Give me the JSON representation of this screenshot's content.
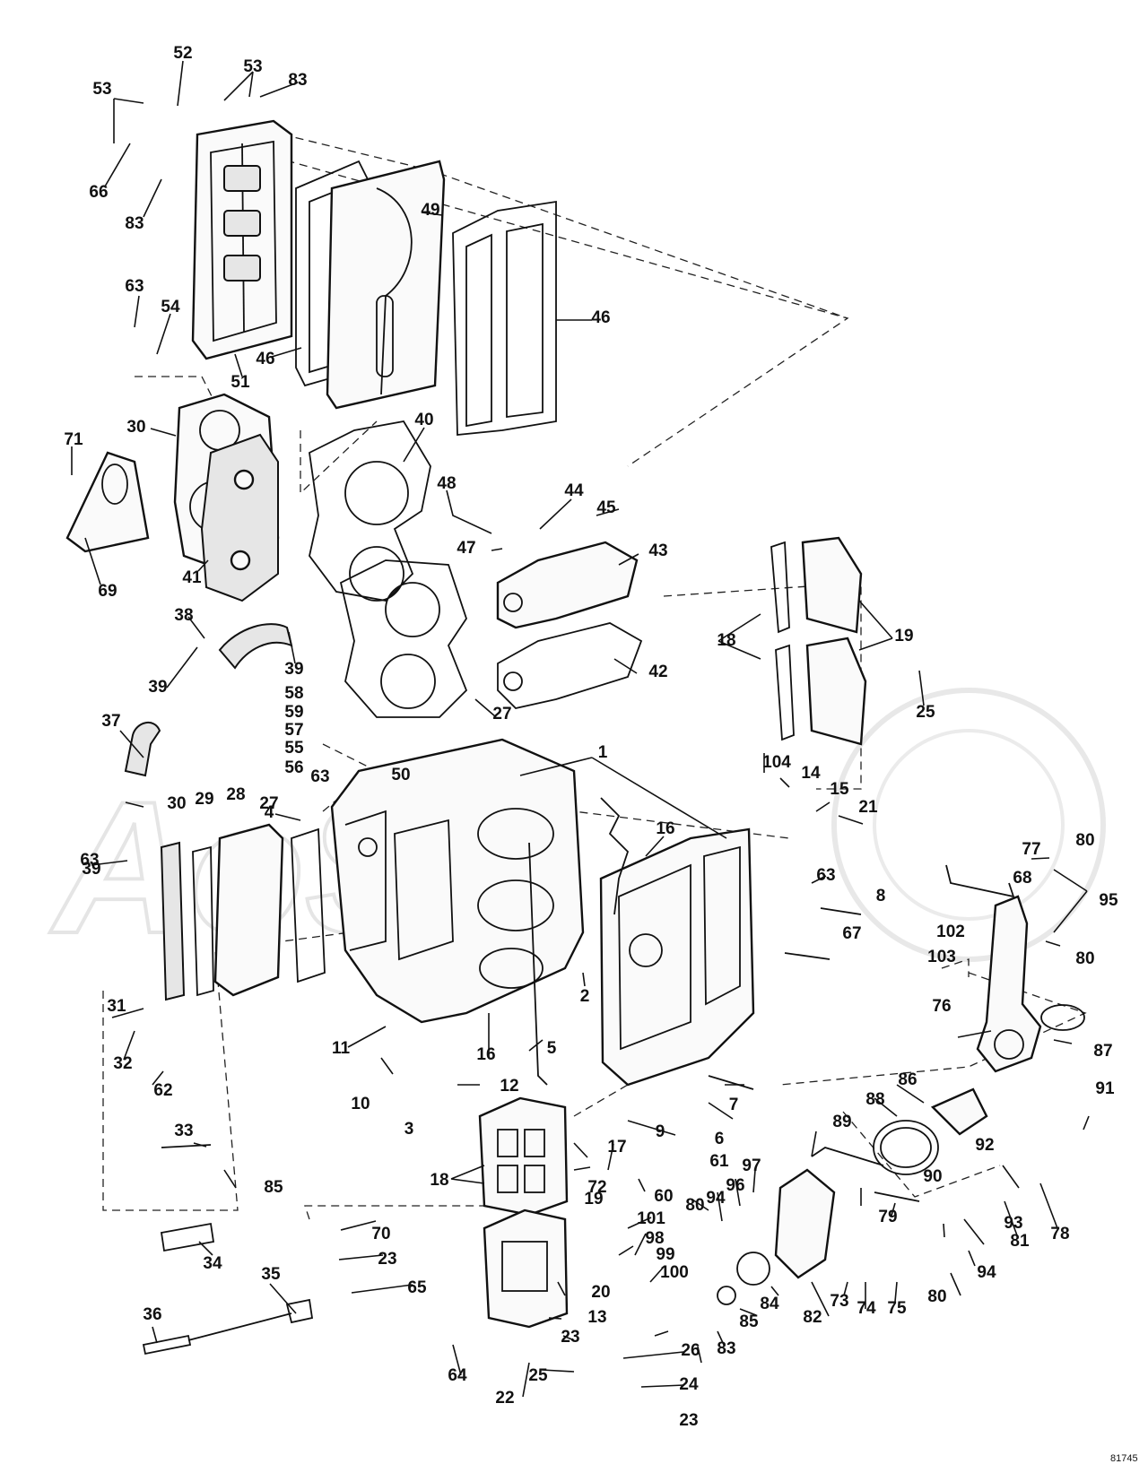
{
  "diagram": {
    "drawing_code": "81745",
    "part_numbers": [
      "1",
      "2",
      "3",
      "4",
      "5",
      "6",
      "7",
      "8",
      "9",
      "10",
      "11",
      "12",
      "13",
      "14",
      "15",
      "16",
      "17",
      "18",
      "19",
      "20",
      "21",
      "22",
      "23",
      "24",
      "25",
      "26",
      "27",
      "28",
      "29",
      "30",
      "31",
      "32",
      "33",
      "34",
      "35",
      "36",
      "37",
      "38",
      "39",
      "40",
      "41",
      "42",
      "43",
      "44",
      "45",
      "46",
      "47",
      "48",
      "49",
      "50",
      "51",
      "52",
      "53",
      "54",
      "55",
      "56",
      "57",
      "58",
      "59",
      "60",
      "61",
      "62",
      "63",
      "64",
      "65",
      "66",
      "67",
      "68",
      "69",
      "70",
      "71",
      "72",
      "73",
      "74",
      "75",
      "76",
      "77",
      "78",
      "79",
      "80",
      "81",
      "82",
      "83",
      "84",
      "85",
      "86",
      "87",
      "88",
      "89",
      "90",
      "91",
      "92",
      "93",
      "94",
      "95",
      "96",
      "97",
      "98",
      "99",
      "100",
      "101",
      "102",
      "103",
      "104"
    ]
  }
}
